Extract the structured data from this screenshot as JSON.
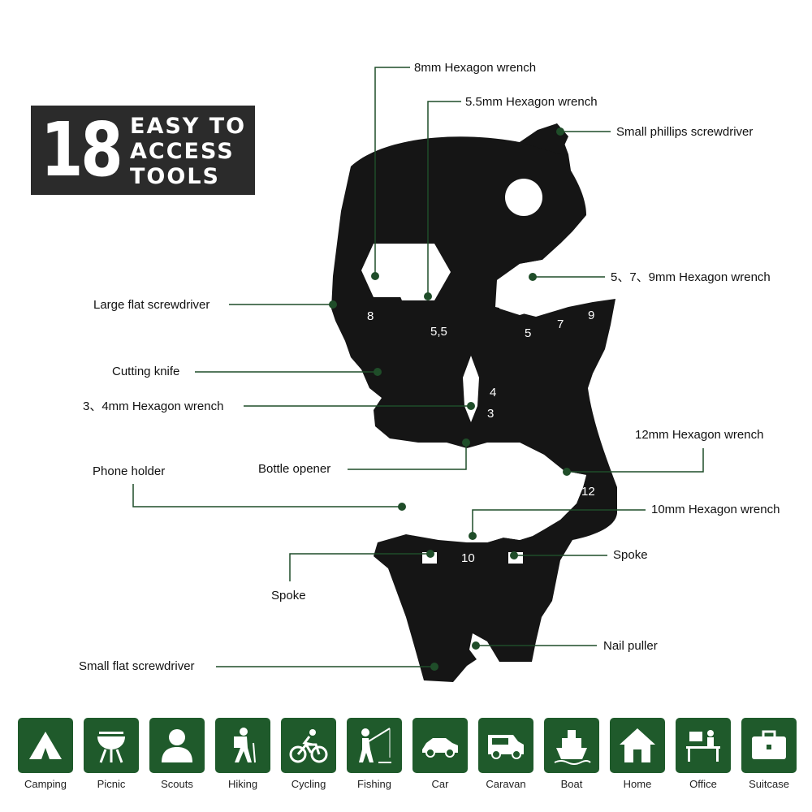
{
  "headline": {
    "number": "18",
    "line1": "EASY  TO",
    "line2": "ACCESS",
    "line3": "TOOLS"
  },
  "tool_markings": {
    "hex8": "8",
    "hex55": "5,5",
    "hex5": "5",
    "hex7": "7",
    "hex9": "9",
    "hex4": "4",
    "hex3": "3",
    "hex12": "12",
    "hex10": "10"
  },
  "callouts": {
    "hex_8mm": "8mm Hexagon wrench",
    "hex_5_5mm": "5.5mm Hexagon wrench",
    "small_phillips": "Small phillips screwdriver",
    "hex_5_7_9": "5、7、9mm Hexagon wrench",
    "large_flat": "Large flat screwdriver",
    "cutting_knife": "Cutting knife",
    "hex_3_4": "3、4mm Hexagon wrench",
    "hex_12": "12mm Hexagon wrench",
    "bottle_opener": "Bottle opener",
    "phone_holder": "Phone holder",
    "hex_10": "10mm Hexagon wrench",
    "spoke_right": "Spoke",
    "spoke_left": "Spoke",
    "nail_puller": "Nail puller",
    "small_flat": "Small flat screwdriver"
  },
  "use_cases": [
    {
      "label": "Camping",
      "icon": "tent-icon"
    },
    {
      "label": "Picnic",
      "icon": "grill-icon"
    },
    {
      "label": "Scouts",
      "icon": "person-icon"
    },
    {
      "label": "Hiking",
      "icon": "hiker-icon"
    },
    {
      "label": "Cycling",
      "icon": "cyclist-icon"
    },
    {
      "label": "Fishing",
      "icon": "fisher-icon"
    },
    {
      "label": "Car",
      "icon": "car-icon"
    },
    {
      "label": "Caravan",
      "icon": "van-icon"
    },
    {
      "label": "Boat",
      "icon": "boat-icon"
    },
    {
      "label": "Home",
      "icon": "house-icon"
    },
    {
      "label": "Office",
      "icon": "desk-icon"
    },
    {
      "label": "Suitcase",
      "icon": "briefcase-icon"
    }
  ],
  "colors": {
    "tool_body": "#151515",
    "leader_line": "#1f4d29",
    "icon_tile": "#1f5a2b",
    "headline_bg": "#2b2b2b"
  }
}
